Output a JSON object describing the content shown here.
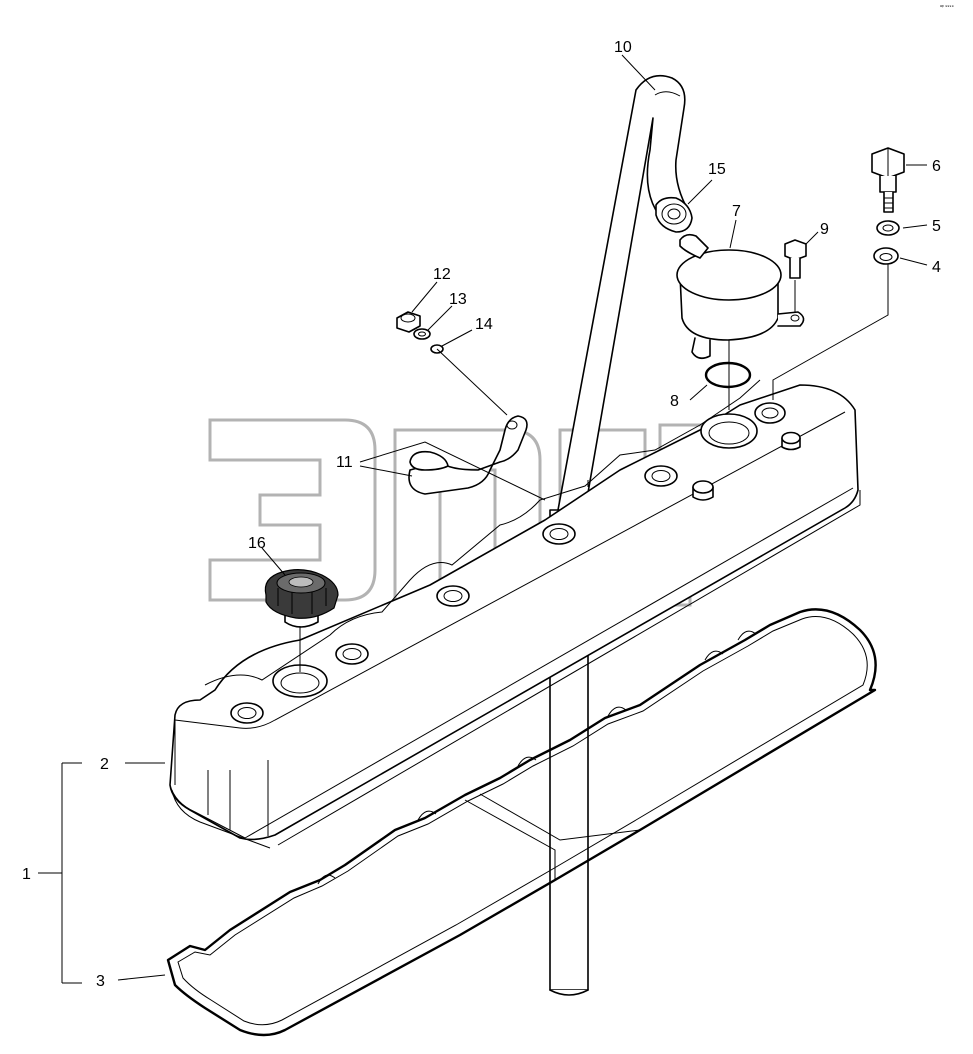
{
  "corner_mark": "ᵃᵖ ⁹⁹⁹⁹",
  "callouts": {
    "c1": "1",
    "c2": "2",
    "c3": "3",
    "c4": "4",
    "c5": "5",
    "c6": "6",
    "c7": "7",
    "c8": "8",
    "c9": "9",
    "c10": "10",
    "c11": "11",
    "c12": "12",
    "c13": "13",
    "c14": "14",
    "c15": "15",
    "c16": "16"
  },
  "watermark": {
    "text": "эпер",
    "color": "#9a9a9a"
  }
}
